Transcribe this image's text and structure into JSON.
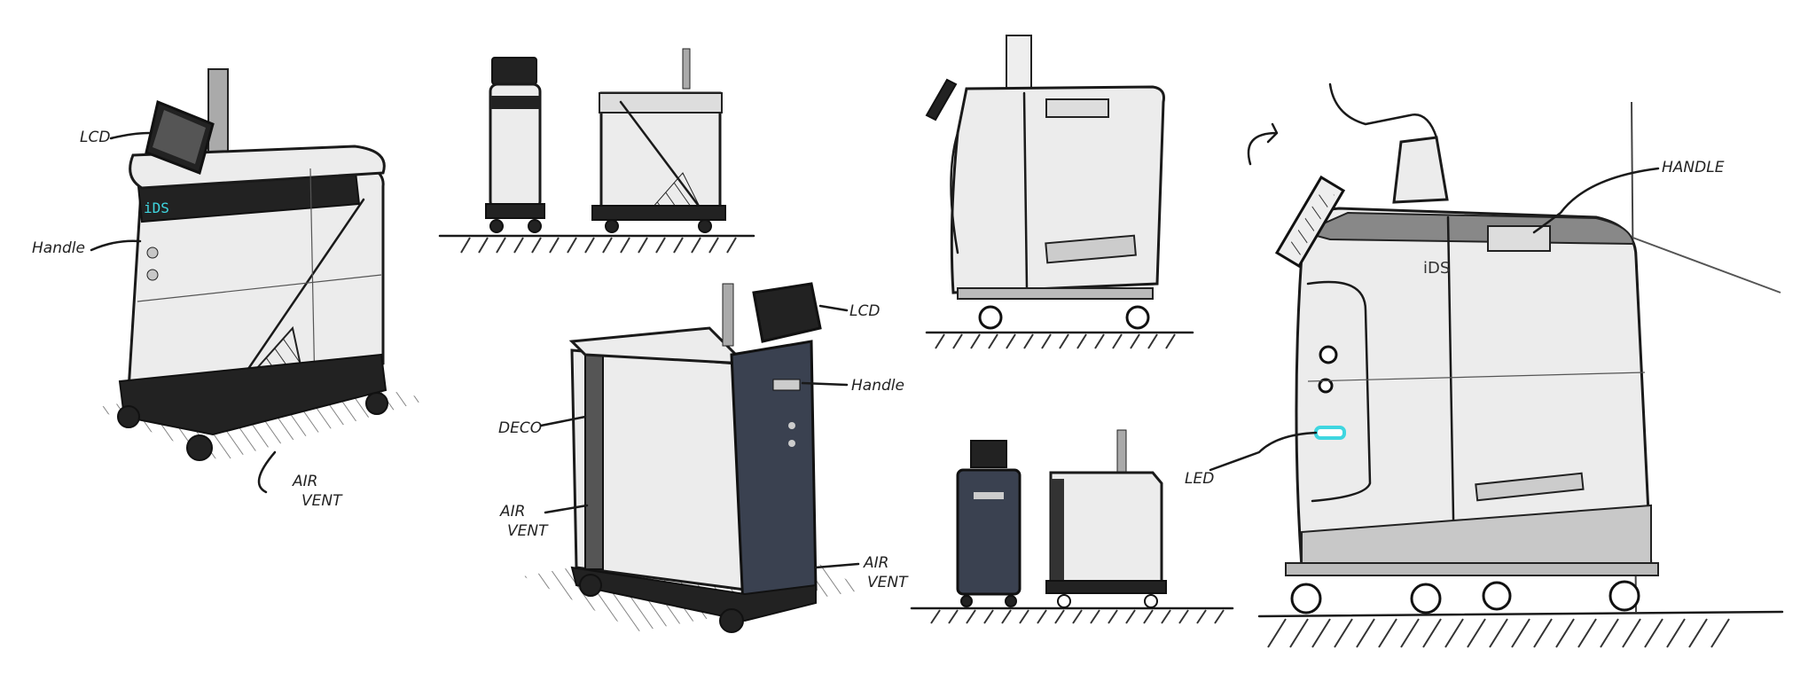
{
  "sketch_1": {
    "labels": {
      "lcd": "LCD",
      "handle": "Handle",
      "air_vent_1": "AIR",
      "air_vent_2": "VENT"
    },
    "logo": "iDS"
  },
  "sketch_3": {
    "labels": {
      "lcd": "LCD",
      "handle": "Handle",
      "deco": "DECO",
      "air_vent_left_1": "AIR",
      "air_vent_left_2": "VENT",
      "air_vent_right_1": "AIR",
      "air_vent_right_2": "VENT"
    }
  },
  "sketch_6": {
    "labels": {
      "handle": "HANDLE",
      "led": "LED"
    },
    "logo": "iDS"
  },
  "colors": {
    "led_glow": "#3fd6e0",
    "dark_panel": "#3a4150",
    "body": "#ececec"
  }
}
